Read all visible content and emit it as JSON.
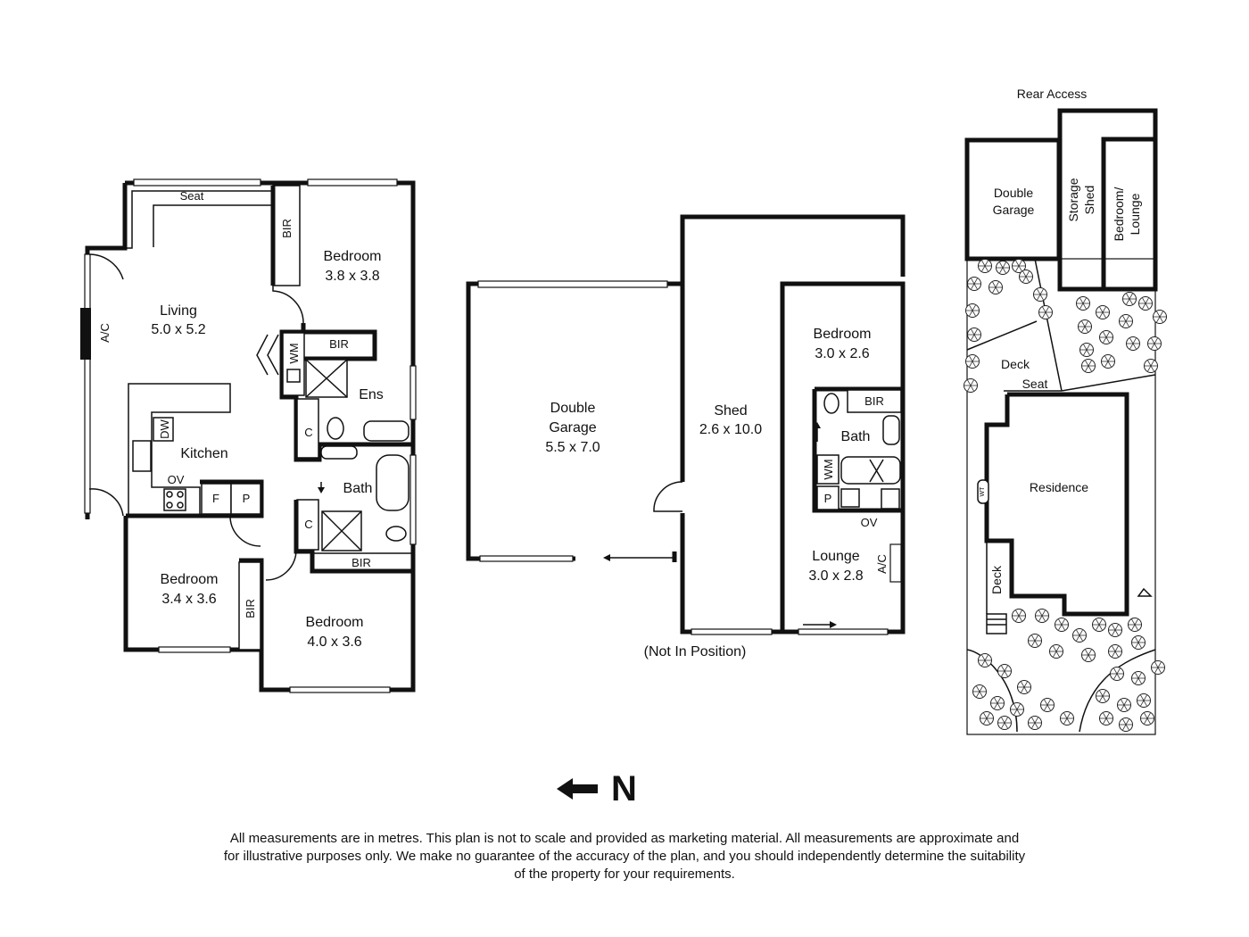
{
  "house": {
    "seat": "Seat",
    "bir_top": "BIR",
    "living": {
      "name": "Living",
      "size": "5.0 x 5.2"
    },
    "ac": "A/C",
    "bedroom_main": {
      "name": "Bedroom",
      "size": "3.8 x 3.8"
    },
    "bir_ens": "BIR",
    "wm": "WM",
    "ens": "Ens",
    "dw": "DW",
    "kitchen": "Kitchen",
    "ov": "OV",
    "f": "F",
    "p": "P",
    "c1": "C",
    "bath": "Bath",
    "c2": "C",
    "bir_bath": "BIR",
    "bedroom_left": {
      "name": "Bedroom",
      "size": "3.4 x 3.6"
    },
    "bir_left": "BIR",
    "bedroom_bottom": {
      "name": "Bedroom",
      "size": "4.0 x 3.6"
    }
  },
  "outbuilding": {
    "garage": {
      "name": "Double",
      "name2": "Garage",
      "size": "5.5 x 7.0"
    },
    "shed": {
      "name": "Shed",
      "size": "2.6 x 10.0"
    },
    "bedroom": {
      "name": "Bedroom",
      "size": "3.0 x 2.6"
    },
    "bir": "BIR",
    "bath": "Bath",
    "wm": "WM",
    "p": "P",
    "ov": "OV",
    "lounge": {
      "name": "Lounge",
      "size": "3.0 x 2.8"
    },
    "ac": "A/C",
    "note": "(Not In Position)"
  },
  "site": {
    "rear_access": "Rear Access",
    "double_garage": {
      "l1": "Double",
      "l2": "Garage"
    },
    "storage_shed": {
      "l1": "Storage",
      "l2": "Shed"
    },
    "bedroom_lounge": {
      "l1": "Bedroom/",
      "l2": "Lounge"
    },
    "deck_top": "Deck",
    "seat": "Seat",
    "wt": "WT",
    "residence": "Residence",
    "deck_side": "Deck"
  },
  "north": "N",
  "disclaimer": "All measurements are in metres. This plan is not to scale and provided as marketing material. All measurements are approximate and for illustrative purposes only. We make no guarantee of the accuracy of the plan, and you should independently determine the suitability of the property for your requirements."
}
